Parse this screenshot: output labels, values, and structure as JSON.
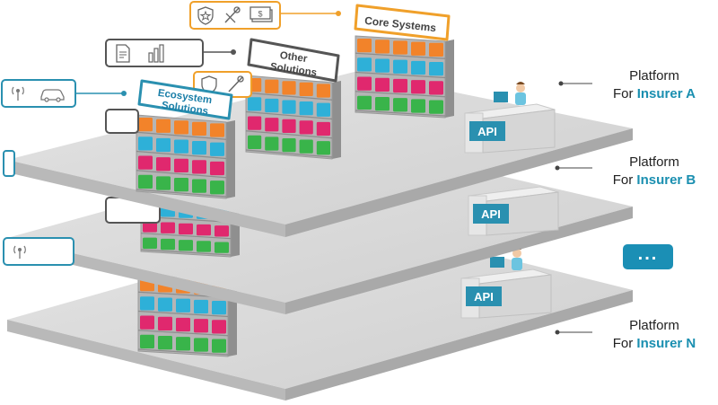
{
  "signs": {
    "core": "Core Systems",
    "other": [
      "Other",
      "Solutions"
    ],
    "ecosystem": [
      "Ecosystem",
      "Solutions"
    ]
  },
  "api_label": "API",
  "platforms": [
    {
      "line1": "Platform",
      "prefix": "For ",
      "insurer": "Insurer A"
    },
    {
      "line1": "Platform",
      "prefix": "For ",
      "insurer": "Insurer B"
    },
    {
      "line1": "Platform",
      "prefix": "For ",
      "insurer": "Insurer N"
    }
  ],
  "ellipsis": "...",
  "colors": {
    "orange": "#f0a02a",
    "teal": "#2a90b0",
    "gray_dark": "#555555",
    "platform_top": "#d9d9d9",
    "platform_side": "#bdbdbd",
    "block_orange": "#f2832a",
    "block_blue": "#2eb0d8",
    "block_pink": "#e0286e",
    "block_green": "#39b44a"
  },
  "icons": [
    "shield-star-icon",
    "wrench-pen-icon",
    "money-icon",
    "document-icon",
    "bar-chart-icon",
    "signal-icon",
    "car-icon"
  ]
}
